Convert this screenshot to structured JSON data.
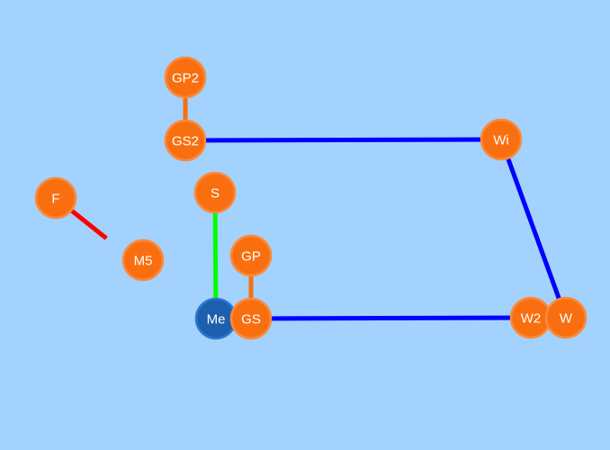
{
  "graph": {
    "background": "#a3d2fe",
    "colors": {
      "node_orange": "#f96f10",
      "node_orange_stroke": "#fb8a3d",
      "node_blue": "#1c5fac",
      "node_blue_stroke": "#2a78d0",
      "edge_blue": "#0000ff",
      "edge_orange": "#f96f10",
      "edge_green": "#00ff00",
      "edge_red": "#ff0000"
    },
    "nodes": [
      {
        "id": "GP2",
        "label": "GP2",
        "kind": "orange"
      },
      {
        "id": "GS2",
        "label": "GS2",
        "kind": "orange"
      },
      {
        "id": "Wi",
        "label": "Wi",
        "kind": "orange"
      },
      {
        "id": "F",
        "label": "F",
        "kind": "orange"
      },
      {
        "id": "M5",
        "label": "M5",
        "kind": "orange"
      },
      {
        "id": "S",
        "label": "S",
        "kind": "orange"
      },
      {
        "id": "GP",
        "label": "GP",
        "kind": "orange"
      },
      {
        "id": "Me",
        "label": "Me",
        "kind": "blue"
      },
      {
        "id": "GS",
        "label": "GS",
        "kind": "orange"
      },
      {
        "id": "W2",
        "label": "W2",
        "kind": "orange"
      },
      {
        "id": "W",
        "label": "W",
        "kind": "orange"
      }
    ],
    "edges": [
      {
        "from": "GP2",
        "to": "GS2",
        "color": "edge_orange"
      },
      {
        "from": "GS2",
        "to": "Wi",
        "color": "edge_blue"
      },
      {
        "from": "Wi",
        "to": "W",
        "color": "edge_blue"
      },
      {
        "from": "GS",
        "to": "W2",
        "color": "edge_blue"
      },
      {
        "from": "GP",
        "to": "GS",
        "color": "edge_orange"
      },
      {
        "from": "S",
        "to": "Me",
        "color": "edge_green"
      },
      {
        "from": "F",
        "to": "M5",
        "color": "edge_red",
        "partial": true
      }
    ]
  }
}
